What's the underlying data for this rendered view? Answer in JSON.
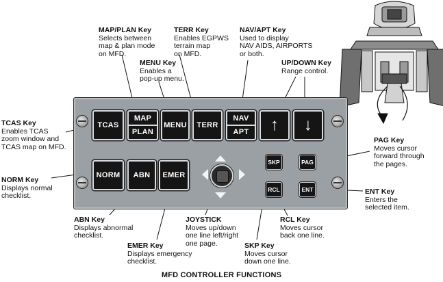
{
  "caption": "MFD CONTROLLER FUNCTIONS",
  "callouts": {
    "map_plan": {
      "title": "MAP/PLAN Key",
      "lines": [
        "Selects between",
        "map & plan mode",
        "on MFD."
      ]
    },
    "terr": {
      "title": "TERR Key",
      "lines": [
        "Enables EGPWS",
        "terrain map",
        "on MFD."
      ]
    },
    "nav_apt": {
      "title": "NAV/APT Key",
      "lines": [
        "Used to display",
        "NAV AIDS, AIRPORTS",
        "or both."
      ]
    },
    "menu": {
      "title": "MENU Key",
      "lines": [
        "Enables a",
        "pop-up menu."
      ]
    },
    "up_down": {
      "title": "UP/DOWN Key",
      "lines": [
        "Range control."
      ]
    },
    "tcas": {
      "title": "TCAS Key",
      "lines": [
        "Enables TCAS",
        "zoom window and",
        "TCAS map on MFD."
      ]
    },
    "pag": {
      "title": "PAG Key",
      "lines": [
        "Moves cursor",
        "forward through",
        "the pages."
      ]
    },
    "norm": {
      "title": "NORM Key",
      "lines": [
        "Displays normal",
        "checklist."
      ]
    },
    "ent": {
      "title": "ENT Key",
      "lines": [
        "Enters the",
        "selected item."
      ]
    },
    "abn": {
      "title": "ABN Key",
      "lines": [
        "Displays abnormal",
        "checklist."
      ]
    },
    "joystick": {
      "title": "JOYSTICK",
      "lines": [
        "Moves up/down",
        "one line left/right",
        "one page."
      ]
    },
    "rcl": {
      "title": "RCL Key",
      "lines": [
        "Moves cursor",
        "back one line."
      ]
    },
    "emer": {
      "title": "EMER Key",
      "lines": [
        "Displays emergency",
        "checklist."
      ]
    },
    "skp": {
      "title": "SKP Key",
      "lines": [
        "Moves cursor",
        "down one line."
      ]
    }
  },
  "keys": {
    "tcas": "TCAS",
    "map": "MAP",
    "plan": "PLAN",
    "menu": "MENU",
    "terr": "TERR",
    "nav": "NAV",
    "apt": "APT",
    "up": "↑",
    "down": "↓",
    "norm": "NORM",
    "abn": "ABN",
    "emer": "EMER",
    "skp": "SKP",
    "rcl": "RCL",
    "pag": "PAG",
    "ent": "ENT"
  }
}
